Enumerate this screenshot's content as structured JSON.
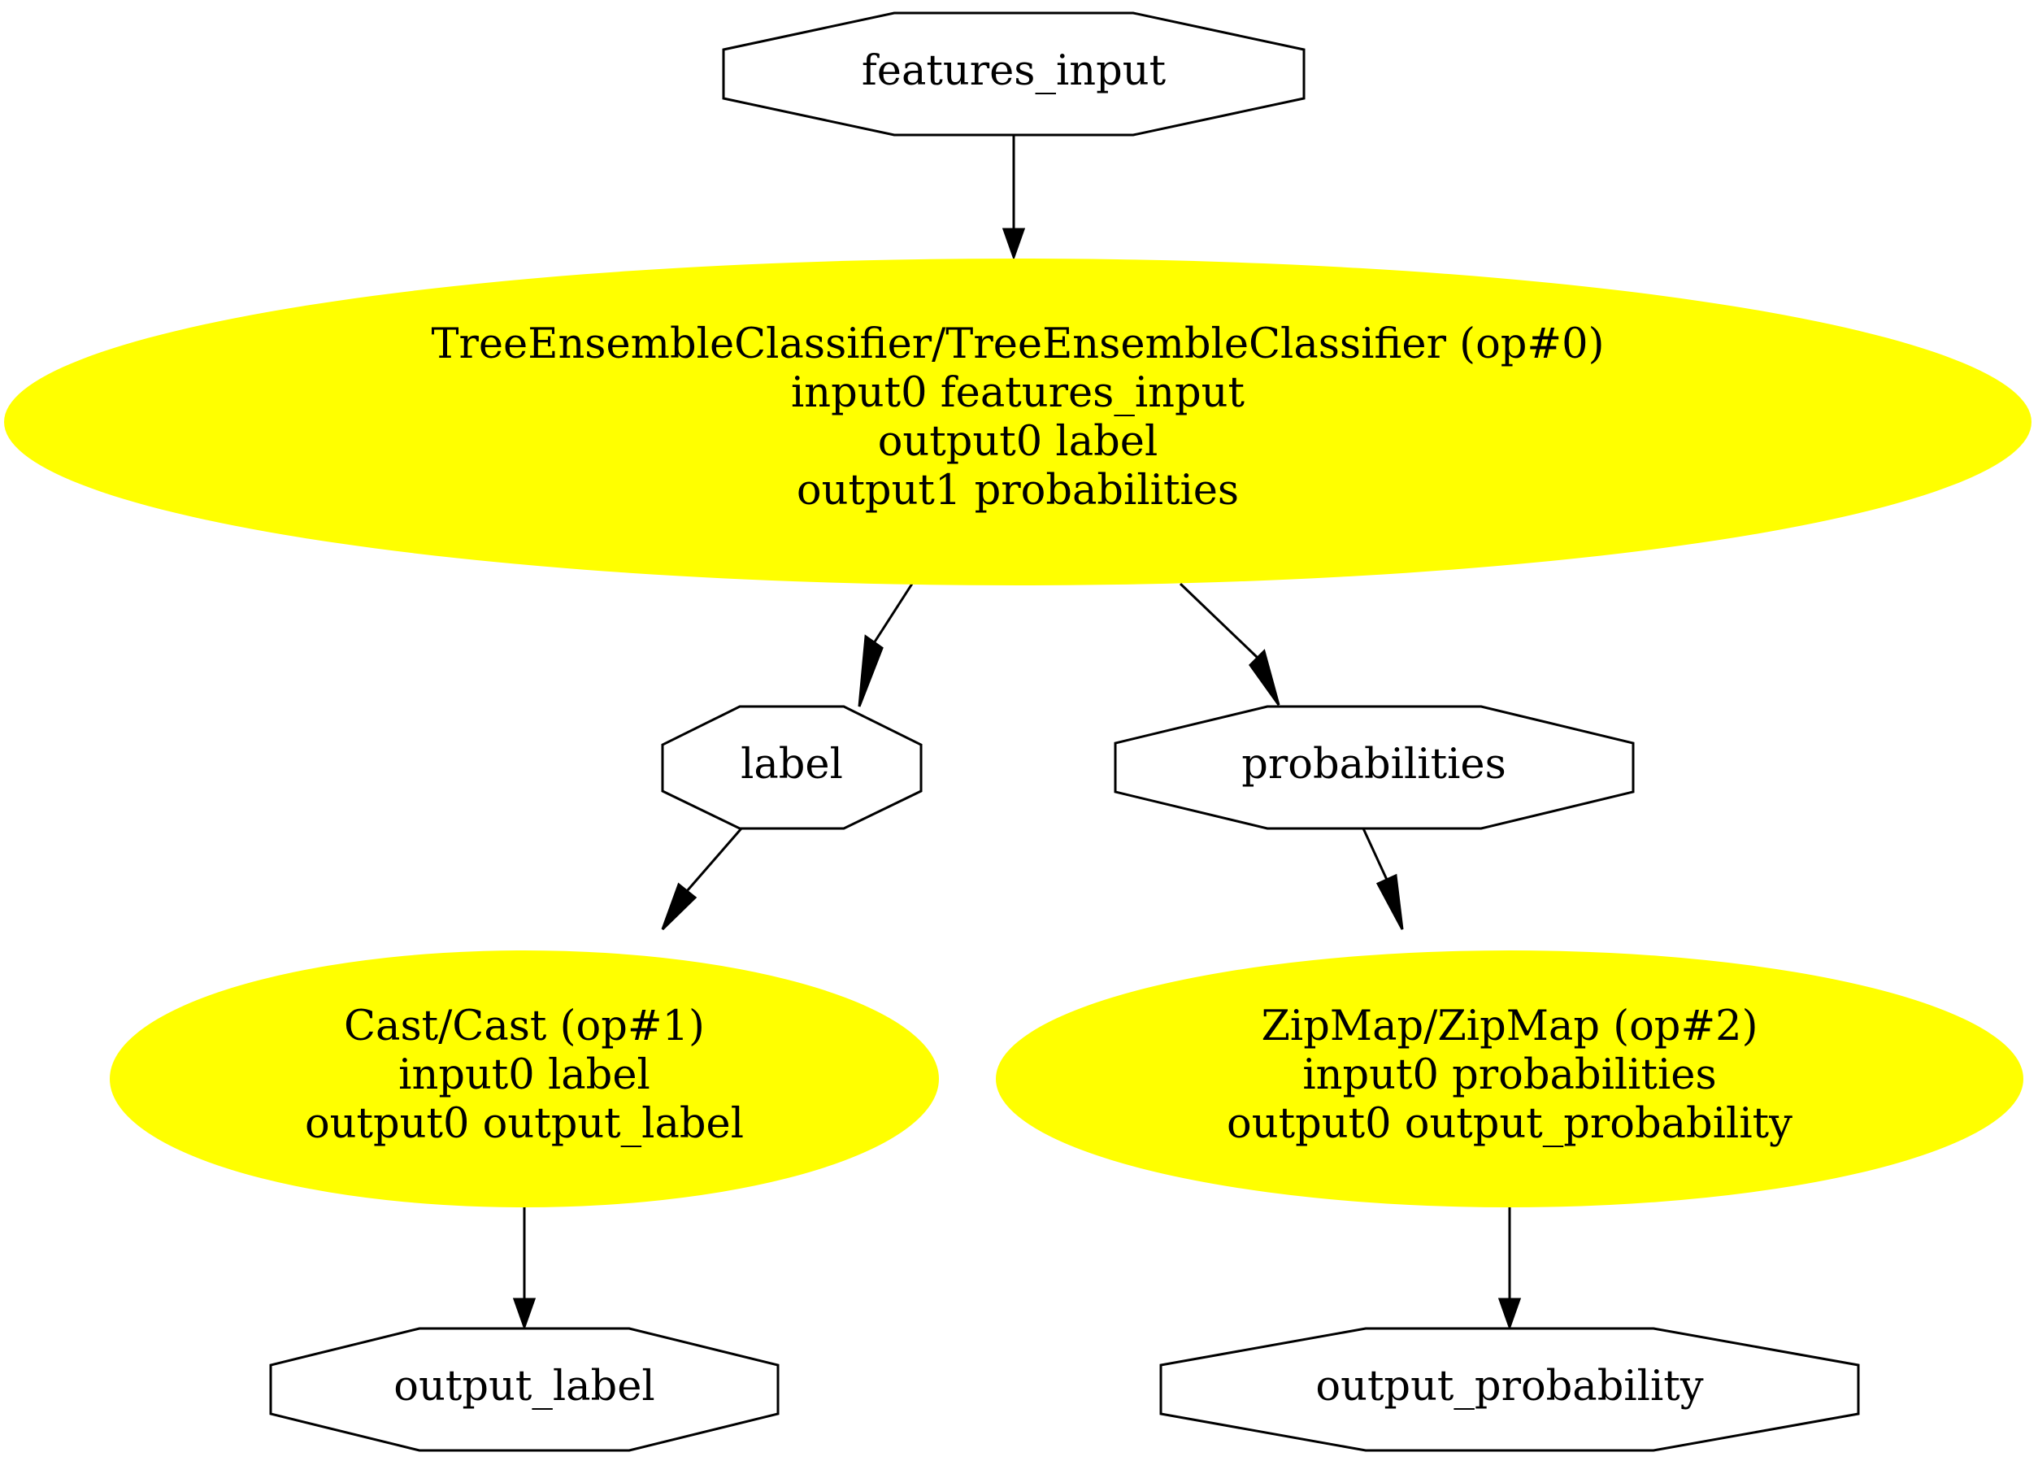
{
  "colors": {
    "op_fill": "#FFFF00",
    "tensor_fill": "#FFFFFF",
    "stroke": "#000000"
  },
  "nodes": {
    "features_input": {
      "shape": "octagon",
      "lines": [
        "features_input"
      ]
    },
    "op0": {
      "shape": "ellipse",
      "lines": [
        "TreeEnsembleClassifier/TreeEnsembleClassifier (op#0)",
        "input0 features_input",
        "output0 label",
        "output1 probabilities"
      ]
    },
    "label": {
      "shape": "octagon",
      "lines": [
        "label"
      ]
    },
    "probabilities": {
      "shape": "octagon",
      "lines": [
        "probabilities"
      ]
    },
    "op1": {
      "shape": "ellipse",
      "lines": [
        "Cast/Cast (op#1)",
        "input0 label",
        "output0 output_label"
      ]
    },
    "op2": {
      "shape": "ellipse",
      "lines": [
        "ZipMap/ZipMap (op#2)",
        "input0 probabilities",
        "output0 output_probability"
      ]
    },
    "output_label": {
      "shape": "octagon",
      "lines": [
        "output_label"
      ]
    },
    "output_probability": {
      "shape": "octagon",
      "lines": [
        "output_probability"
      ]
    }
  },
  "edges": [
    {
      "from": "features_input",
      "to": "op0"
    },
    {
      "from": "op0",
      "to": "label"
    },
    {
      "from": "op0",
      "to": "probabilities"
    },
    {
      "from": "label",
      "to": "op1"
    },
    {
      "from": "probabilities",
      "to": "op2"
    },
    {
      "from": "op1",
      "to": "output_label"
    },
    {
      "from": "op2",
      "to": "output_probability"
    }
  ]
}
